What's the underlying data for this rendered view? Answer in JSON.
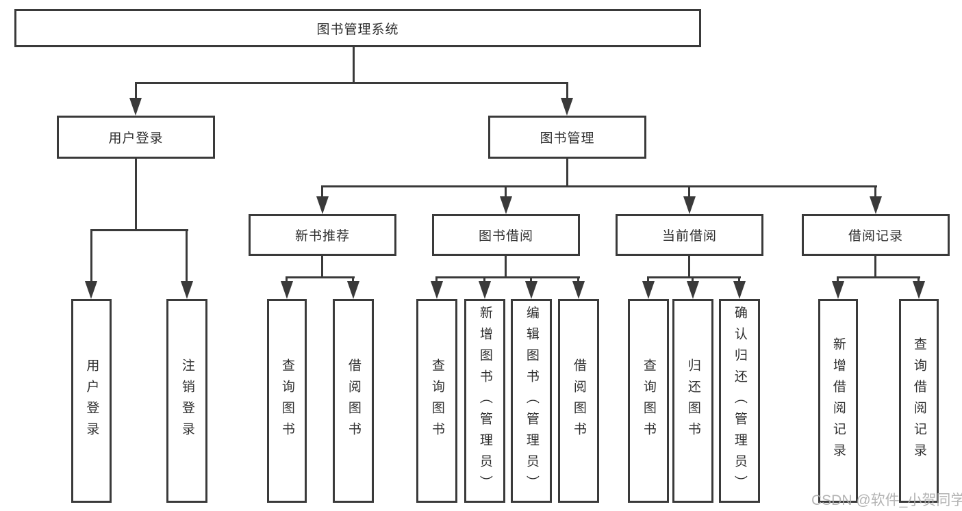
{
  "page": {
    "background": "#ffffff",
    "line_color": "#3a3a3a",
    "text_color": "#2f2f2f",
    "watermark_color": "#acacac"
  },
  "tree": {
    "root": {
      "label": "图书管理系统"
    },
    "children": [
      {
        "label": "用户登录",
        "children": [
          {
            "label": "用户登录"
          },
          {
            "label": "注销登录"
          }
        ]
      },
      {
        "label": "图书管理",
        "children": [
          {
            "label": "新书推荐",
            "children": [
              {
                "label": "查询图书"
              },
              {
                "label": "借阅图书"
              }
            ]
          },
          {
            "label": "图书借阅",
            "children": [
              {
                "label": "查询图书"
              },
              {
                "label": "新增图书（管理员）"
              },
              {
                "label": "编辑图书（管理员）"
              },
              {
                "label": "借阅图书"
              }
            ]
          },
          {
            "label": "当前借阅",
            "children": [
              {
                "label": "查询图书"
              },
              {
                "label": "归还图书"
              },
              {
                "label": "确认归还（管理员）"
              }
            ]
          },
          {
            "label": "借阅记录",
            "children": [
              {
                "label": "新增借阅记录"
              },
              {
                "label": "查询借阅记录"
              }
            ]
          }
        ]
      }
    ]
  },
  "watermark": {
    "text": "CSDN @软件_小贺同学"
  }
}
